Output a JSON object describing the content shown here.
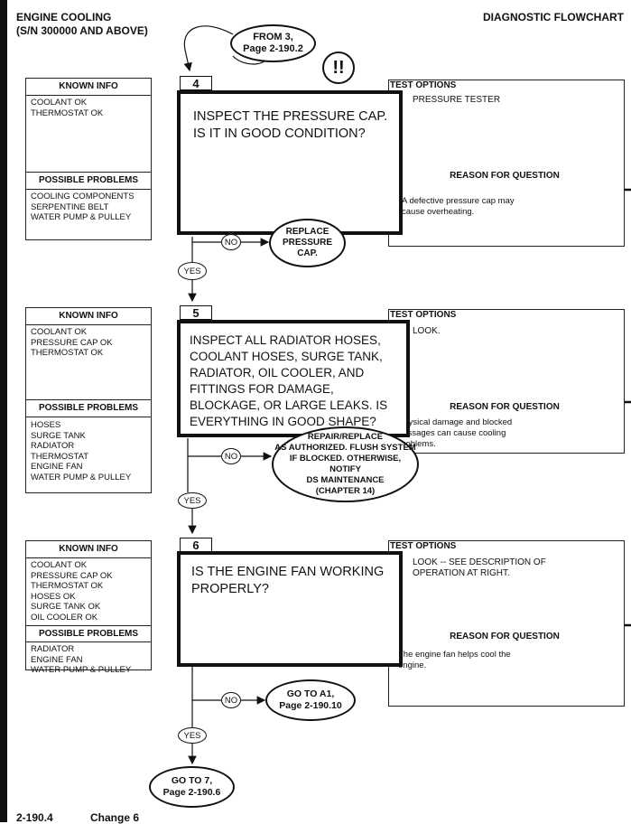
{
  "header": {
    "title_line1": "ENGINE COOLING",
    "title_line2": "(S/N 300000 AND ABOVE)",
    "right_title": "DIAGNOSTIC FLOWCHART"
  },
  "start_oval": "FROM 3,\nPage 2-190.2",
  "warning_symbol": "!!",
  "labels": {
    "known_info": "KNOWN INFO",
    "possible_problems": "POSSIBLE PROBLEMS",
    "test_options": "TEST OPTIONS",
    "reason_for_question": "REASON FOR QUESTION",
    "yes": "YES",
    "no": "NO"
  },
  "steps": [
    {
      "number": "4",
      "known_info": "COOLANT OK\nTHERMOSTAT OK",
      "possible_problems": "COOLING COMPONENTS\nSERPENTINE BELT\nWATER PUMP & PULLEY",
      "question": "INSPECT THE PRESSURE CAP.\nIS IT IN GOOD CONDITION?",
      "test_options": "PRESSURE TESTER",
      "reason": "A defective pressure cap may\ncause overheating.",
      "no_action": "REPLACE\nPRESSURE\nCAP."
    },
    {
      "number": "5",
      "known_info": "COOLANT OK\nPRESSURE CAP OK\nTHERMOSTAT OK",
      "possible_problems": "HOSES\nSURGE TANK\nRADIATOR\nTHERMOSTAT\nENGINE FAN\nWATER PUMP & PULLEY",
      "question": "INSPECT ALL RADIATOR HOSES,\nCOOLANT HOSES, SURGE TANK,\nRADIATOR, OIL COOLER, AND\nFITTINGS FOR DAMAGE,\nBLOCKAGE, OR LARGE LEAKS. IS\nEVERYTHING IN GOOD SHAPE?",
      "test_options": "LOOK.",
      "reason": "Physical damage and blocked\npassages can cause cooling\nproblems.",
      "no_action": "REPAIR/REPLACE\nAS AUTHORIZED. FLUSH SYSTEM\nIF BLOCKED. OTHERWISE, NOTIFY\nDS MAINTENANCE\n(CHAPTER 14)"
    },
    {
      "number": "6",
      "known_info": "COOLANT OK\nPRESSURE CAP OK\nTHERMOSTAT OK\nHOSES OK\nSURGE TANK OK\nOIL COOLER OK",
      "possible_problems": "RADIATOR\nENGINE FAN\nWATER PUMP & PULLEY",
      "question": "IS THE ENGINE FAN WORKING\nPROPERLY?",
      "test_options": "LOOK -- SEE DESCRIPTION OF\nOPERATION AT RIGHT.",
      "reason": "The engine fan helps cool the\nengine.",
      "no_action": "GO TO A1,\nPage 2-190.10"
    }
  ],
  "end_oval": "GO TO 7,\nPage 2-190.6",
  "footer": {
    "page": "2-190.4",
    "change": "Change 6"
  }
}
